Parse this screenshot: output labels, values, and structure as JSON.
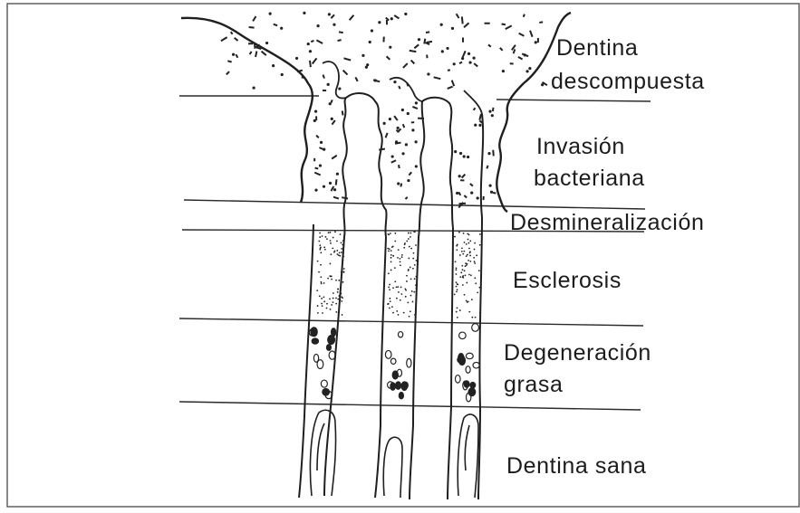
{
  "figure": {
    "zones": [
      {
        "label": "Dentina"
      },
      {
        "label": "descompuesta"
      },
      {
        "label": "Invasión"
      },
      {
        "label": "bacteriana"
      },
      {
        "label": "Desmineralización"
      },
      {
        "label": "Esclerosis"
      },
      {
        "label": "Degeneración"
      },
      {
        "label": "grasa"
      },
      {
        "label": "Dentina sana"
      }
    ]
  }
}
